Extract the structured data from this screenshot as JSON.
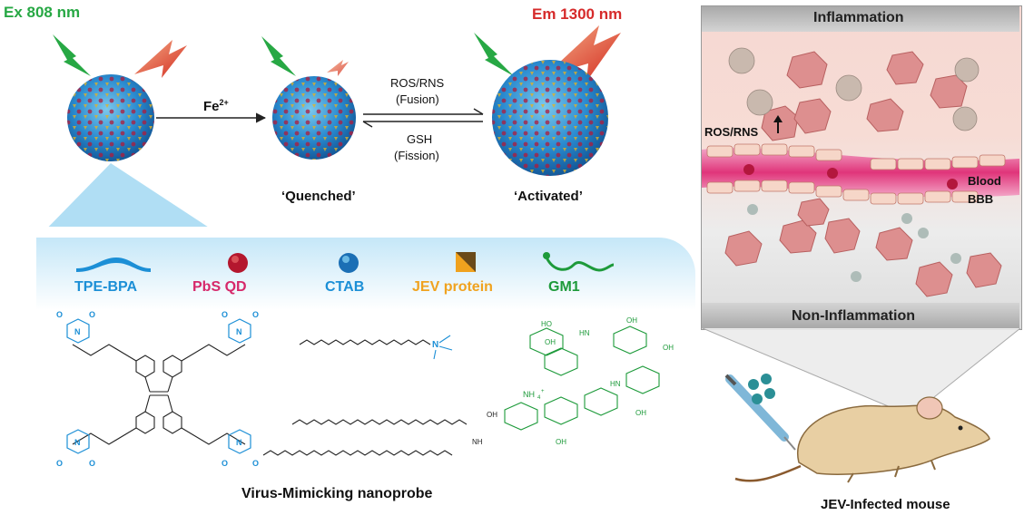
{
  "top": {
    "excitation": "Ex 808 nm",
    "emission": "Em 1300 nm",
    "fe_label": "Fe",
    "fe_sup": "2+",
    "forward_line1": "ROS/RNS",
    "forward_line2": "(Fusion)",
    "reverse_line1": "GSH",
    "reverse_line2": "(Fission)",
    "quenched": "‘Quenched’",
    "activated": "‘Activated’"
  },
  "legend": {
    "items": [
      {
        "label": "TPE-BPA",
        "color": "#1c8fd6"
      },
      {
        "label": "PbS QD",
        "color": "#d6286a"
      },
      {
        "label": "CTAB",
        "color": "#1c8fd6"
      },
      {
        "label": "JEV protein",
        "color": "#f0a21e"
      },
      {
        "label": "GM1",
        "color": "#1d9a3a"
      }
    ]
  },
  "chem": {
    "nh4": "NH",
    "nh4_sub": "4",
    "nh4_sup": "+",
    "groups": [
      "OH",
      "HO",
      "O",
      "N",
      "H",
      "HN"
    ]
  },
  "caption_probe": "Virus-Mimicking nanoprobe",
  "brain": {
    "top_label": "Inflammation",
    "bottom_label": "Non-Inflammation",
    "ros": "ROS/RNS",
    "blood": "Blood",
    "bbb": "BBB"
  },
  "caption_mouse": "JEV-Infected mouse",
  "colors": {
    "green": "#27a844",
    "red": "#d62b2b",
    "blue": "#1c8fd6",
    "magenta": "#d6286a",
    "orange": "#f0a21e",
    "panel_top": "#b5b5b5",
    "mouse": "#e8cfa3"
  }
}
